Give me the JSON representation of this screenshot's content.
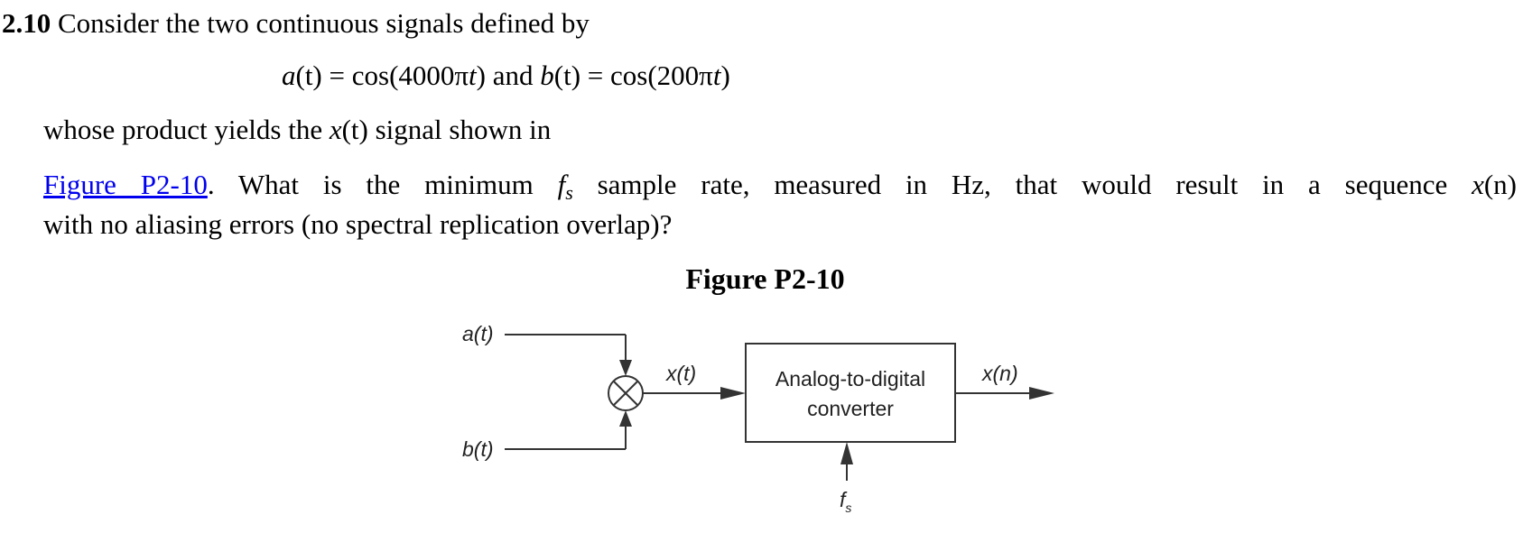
{
  "problem": {
    "number": "2.10",
    "intro": " Consider the two continuous signals defined by",
    "equation": {
      "a_lhs": "a",
      "a_arg": "(t)",
      "a_rhs_pre": " = cos(4000π",
      "a_rhs_t": "t",
      "a_rhs_post": ") and ",
      "b_lhs": "b",
      "b_arg": "(t)",
      "b_rhs_pre": " = cos(200π",
      "b_rhs_t": "t",
      "b_rhs_post": ")"
    },
    "line3_pre": "whose product yields the ",
    "line3_x": "x",
    "line3_t": "(t)",
    "line3_post": " signal shown in",
    "figure_link": "Figure P2-10",
    "line4_pre": ". What is the minimum ",
    "fs_f": "f",
    "fs_s": "s",
    "line4_mid": " sample rate, measured in Hz, that would result in a sequence ",
    "line4_x": "x",
    "line4_n": "(n)",
    "line5": "with no aliasing errors (no spectral replication overlap)?"
  },
  "figure": {
    "caption": "Figure P2-10",
    "labels": {
      "a_input": "a(t)",
      "b_input": "b(t)",
      "x_t": "x(t)",
      "adc_line1": "Analog-to-digital",
      "adc_line2": "converter",
      "x_n": "x(n)",
      "fs": "f"
    },
    "stroke_color": "#333333"
  }
}
